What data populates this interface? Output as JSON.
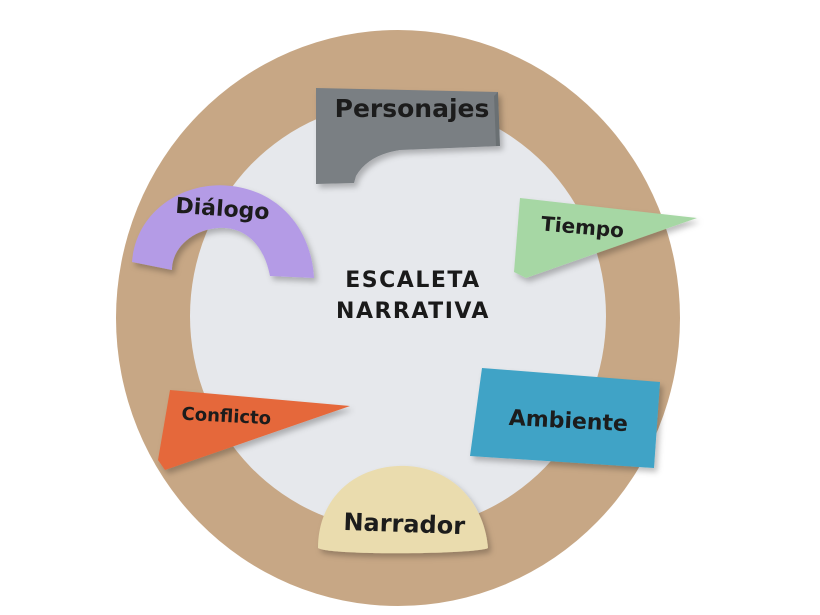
{
  "center": {
    "line1": "ESCALETA",
    "line2": "NARRATIVA"
  },
  "blocks": {
    "personajes": {
      "label": "Personajes",
      "color": "#7a7f83"
    },
    "dialogo": {
      "label": "Diálogo",
      "color": "#b49be6"
    },
    "tiempo": {
      "label": "Tiempo",
      "color": "#a6d7a4"
    },
    "ambiente": {
      "label": "Ambiente",
      "color": "#3fa3c6"
    },
    "conflicto": {
      "label": "Conflicto",
      "color": "#e5683a"
    },
    "narrador": {
      "label": "Narrador",
      "color": "#eadcae"
    }
  },
  "colors": {
    "board_outer": "#c7a785",
    "board_inner": "#e6e8ec"
  }
}
